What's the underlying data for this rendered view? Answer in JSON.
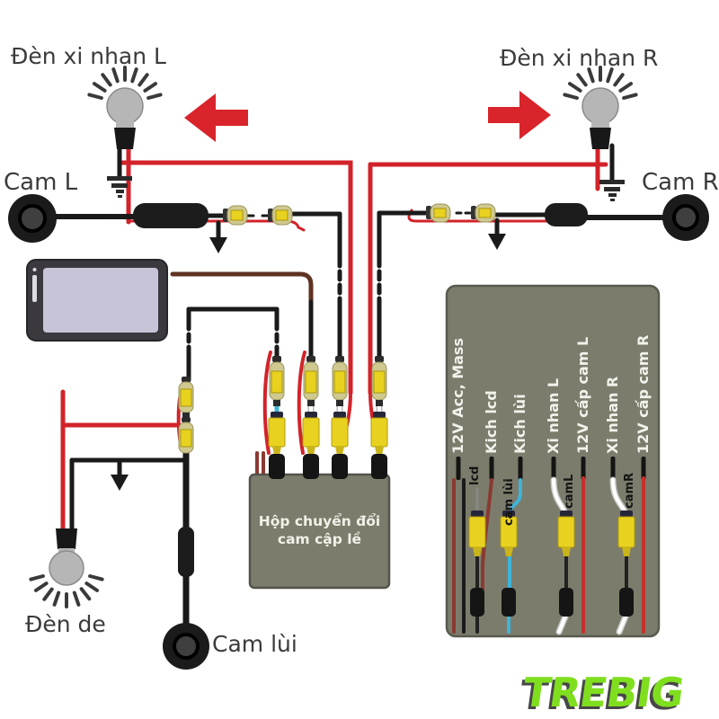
{
  "diagram": {
    "turn_signal_left": "Đèn xi nhan L",
    "turn_signal_right": "Đèn xi nhan R",
    "camera_left": "Cam L",
    "camera_right": "Cam R",
    "reverse_light": "Đèn de",
    "reverse_camera": "Cam lùi",
    "converter_box": {
      "line1": "Hộp chuyển đổi",
      "line2": "cam cập lề"
    }
  },
  "legend": {
    "pins": [
      "12V Acc, Mass",
      "Kich lcd",
      "Kich lùi",
      "Xi nhan L",
      "12V cấp cam L",
      "Xi nhan R",
      "12V cấp cam R"
    ],
    "connectors": [
      "lcd",
      "cam lùi",
      "camL",
      "camR"
    ]
  },
  "logo": "TREBIG",
  "colors": {
    "wire_red": "#d2232a",
    "wire_black": "#1a1a1a",
    "wire_cyan": "#3fb4d9",
    "wire_maroon": "#8a3a32",
    "wire_white": "#ffffff",
    "connector_yellow": "#e8d21f",
    "panel_olive": "#7c7c6c",
    "screen_lavender": "#c8c4d8",
    "logo_green": "#7fdf1e",
    "arrow_red": "#d9242b"
  }
}
